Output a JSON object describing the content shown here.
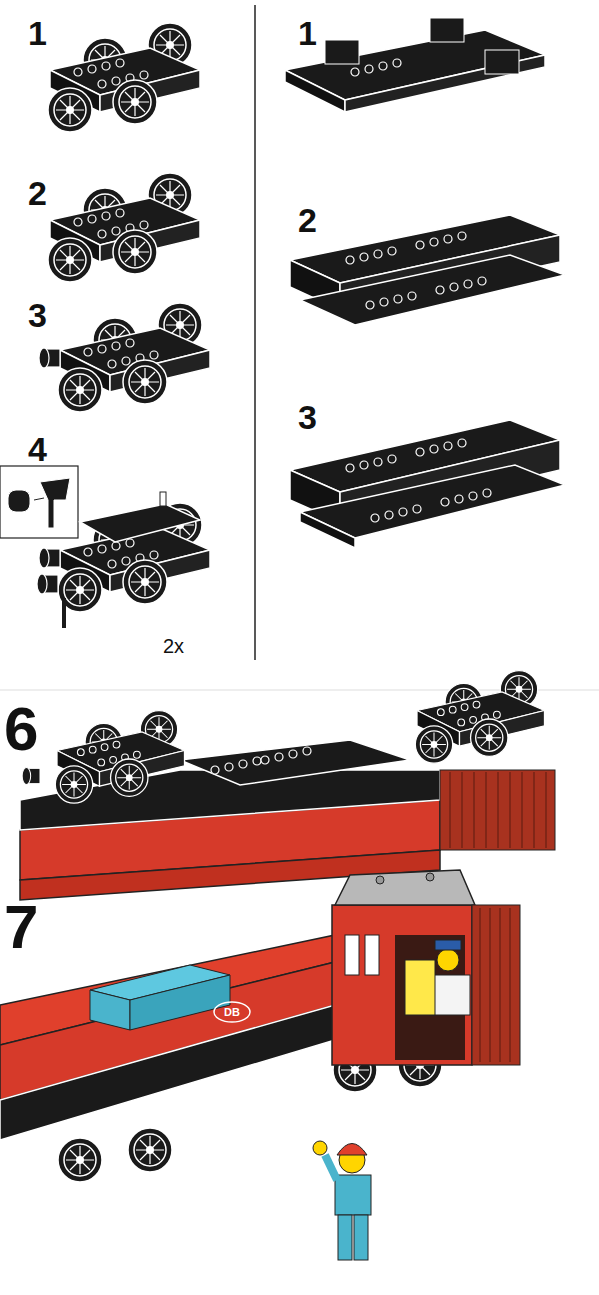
{
  "diagram": {
    "labels": [
      "1",
      "2",
      "3",
      "4",
      "2x",
      "1",
      "2",
      "3",
      "6",
      "7",
      "DB"
    ]
  }
}
